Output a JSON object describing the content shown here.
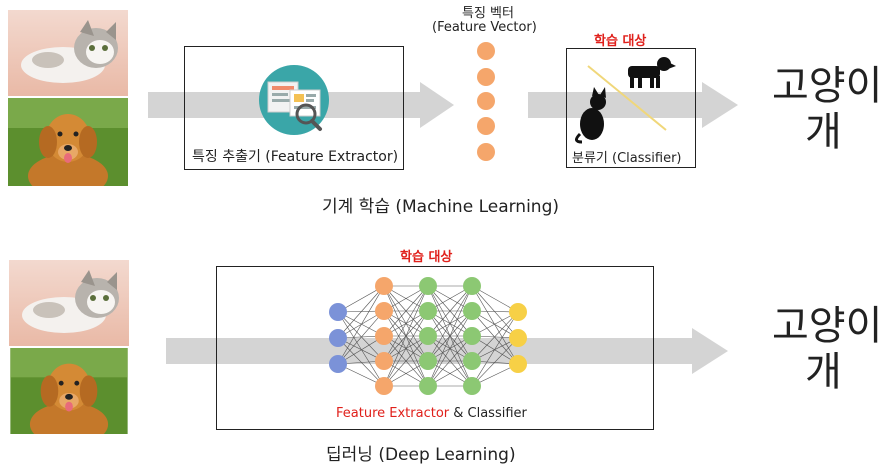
{
  "top": {
    "feature_vector_label_line1": "특징 벡터",
    "feature_vector_label_line2": "(Feature Vector)",
    "learning_target": "학습 대상",
    "extractor_caption": "특징 추출기 (Feature Extractor)",
    "classifier_caption": "분류기 (Classifier)",
    "section_title": "기계 학습 (Machine Learning)",
    "output_line1": "고양이",
    "output_line2": "개"
  },
  "bottom": {
    "learning_target": "학습 대상",
    "caption_red": "Feature Extractor",
    "caption_black": " & Classifier",
    "section_title": "딥러닝 (Deep Learning)",
    "output_line1": "고양이",
    "output_line2": "개"
  },
  "colors": {
    "accent_red": "#e0201b",
    "arrow_gray": "#d4d4d4",
    "orange": "#f5a66b",
    "blue": "#7b92d8",
    "green": "#8cc873",
    "yellow": "#f7d046"
  }
}
